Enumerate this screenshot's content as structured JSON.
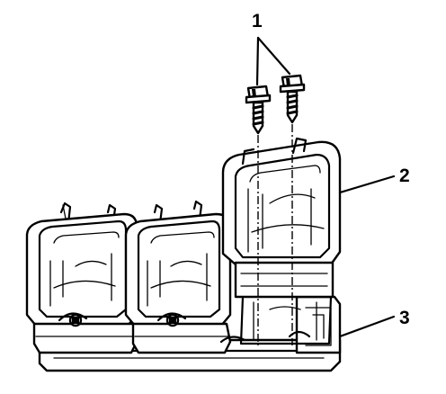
{
  "diagram": {
    "callouts": [
      {
        "id": "1",
        "text": "1",
        "target": "bolts"
      },
      {
        "id": "2",
        "text": "2",
        "target": "ignition-coil"
      },
      {
        "id": "3",
        "text": "3",
        "target": "coil-bracket"
      }
    ],
    "colors": {
      "ink": "#000000",
      "paper": "#ffffff"
    }
  }
}
